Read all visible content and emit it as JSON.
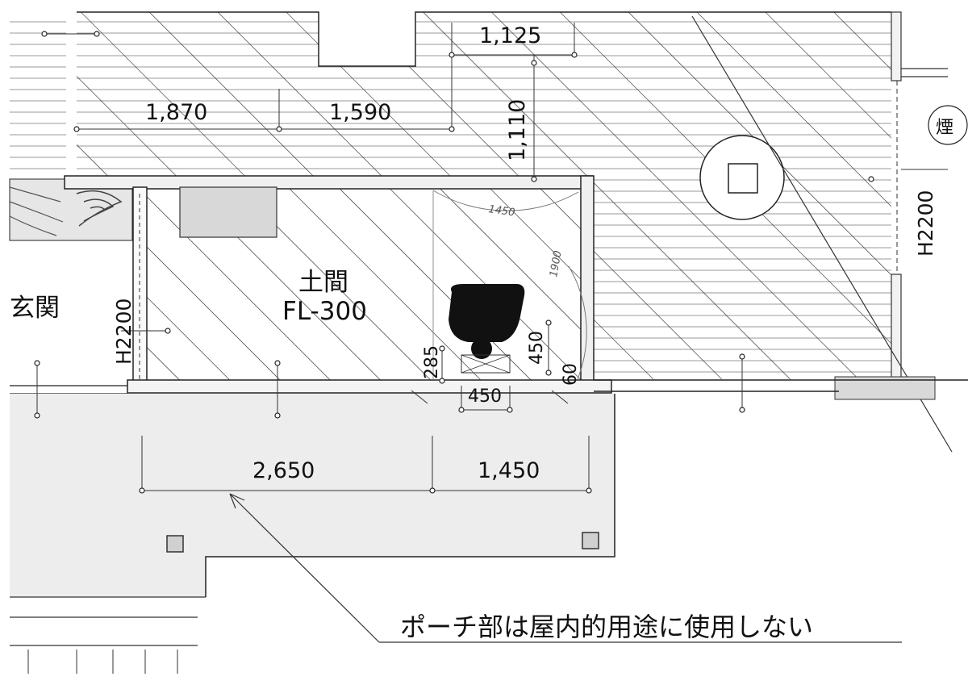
{
  "drawing": {
    "room_name": "土間",
    "floor_level": "FL-300",
    "entrance_label": "玄関",
    "left_opening_height": "H2200",
    "right_opening_height": "H2200",
    "cut_char": "煙",
    "note": "ポーチ部は屋内的用途に使用しない",
    "dims": {
      "top": "1,125",
      "deck_left": "1,870",
      "deck_mid": "1,590",
      "deck_vertical": "1,110",
      "handwritten_width": "1450",
      "handwritten_height": "1900",
      "item_height": "450",
      "item_offset": "285",
      "item_gap": "60",
      "item_width": "450",
      "porch_left": "2,650",
      "porch_right": "1,450"
    }
  }
}
